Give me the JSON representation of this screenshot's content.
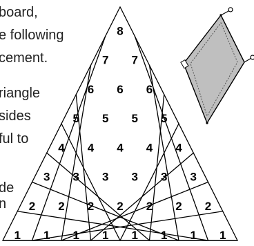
{
  "instructions_text": [
    "board,",
    "e following",
    "cement.",
    "riangle",
    "sides",
    "ful to",
    "de",
    "n"
  ],
  "triangle_board": {
    "rows": [
      {
        "value": "8",
        "cells": 1
      },
      {
        "value": "7",
        "cells": 2
      },
      {
        "value": "6",
        "cells": 3
      },
      {
        "value": "5",
        "cells": 4
      },
      {
        "value": "4",
        "cells": 5
      },
      {
        "value": "3",
        "cells": 6
      },
      {
        "value": "2",
        "cells": 7
      },
      {
        "value": "1",
        "cells": 8
      }
    ]
  },
  "diamond_piece": {
    "fill_color": "#bfbfbf",
    "handle_icon": "rotate-handle-icon"
  },
  "colors": {
    "line": "#000000",
    "text": "#222222"
  }
}
